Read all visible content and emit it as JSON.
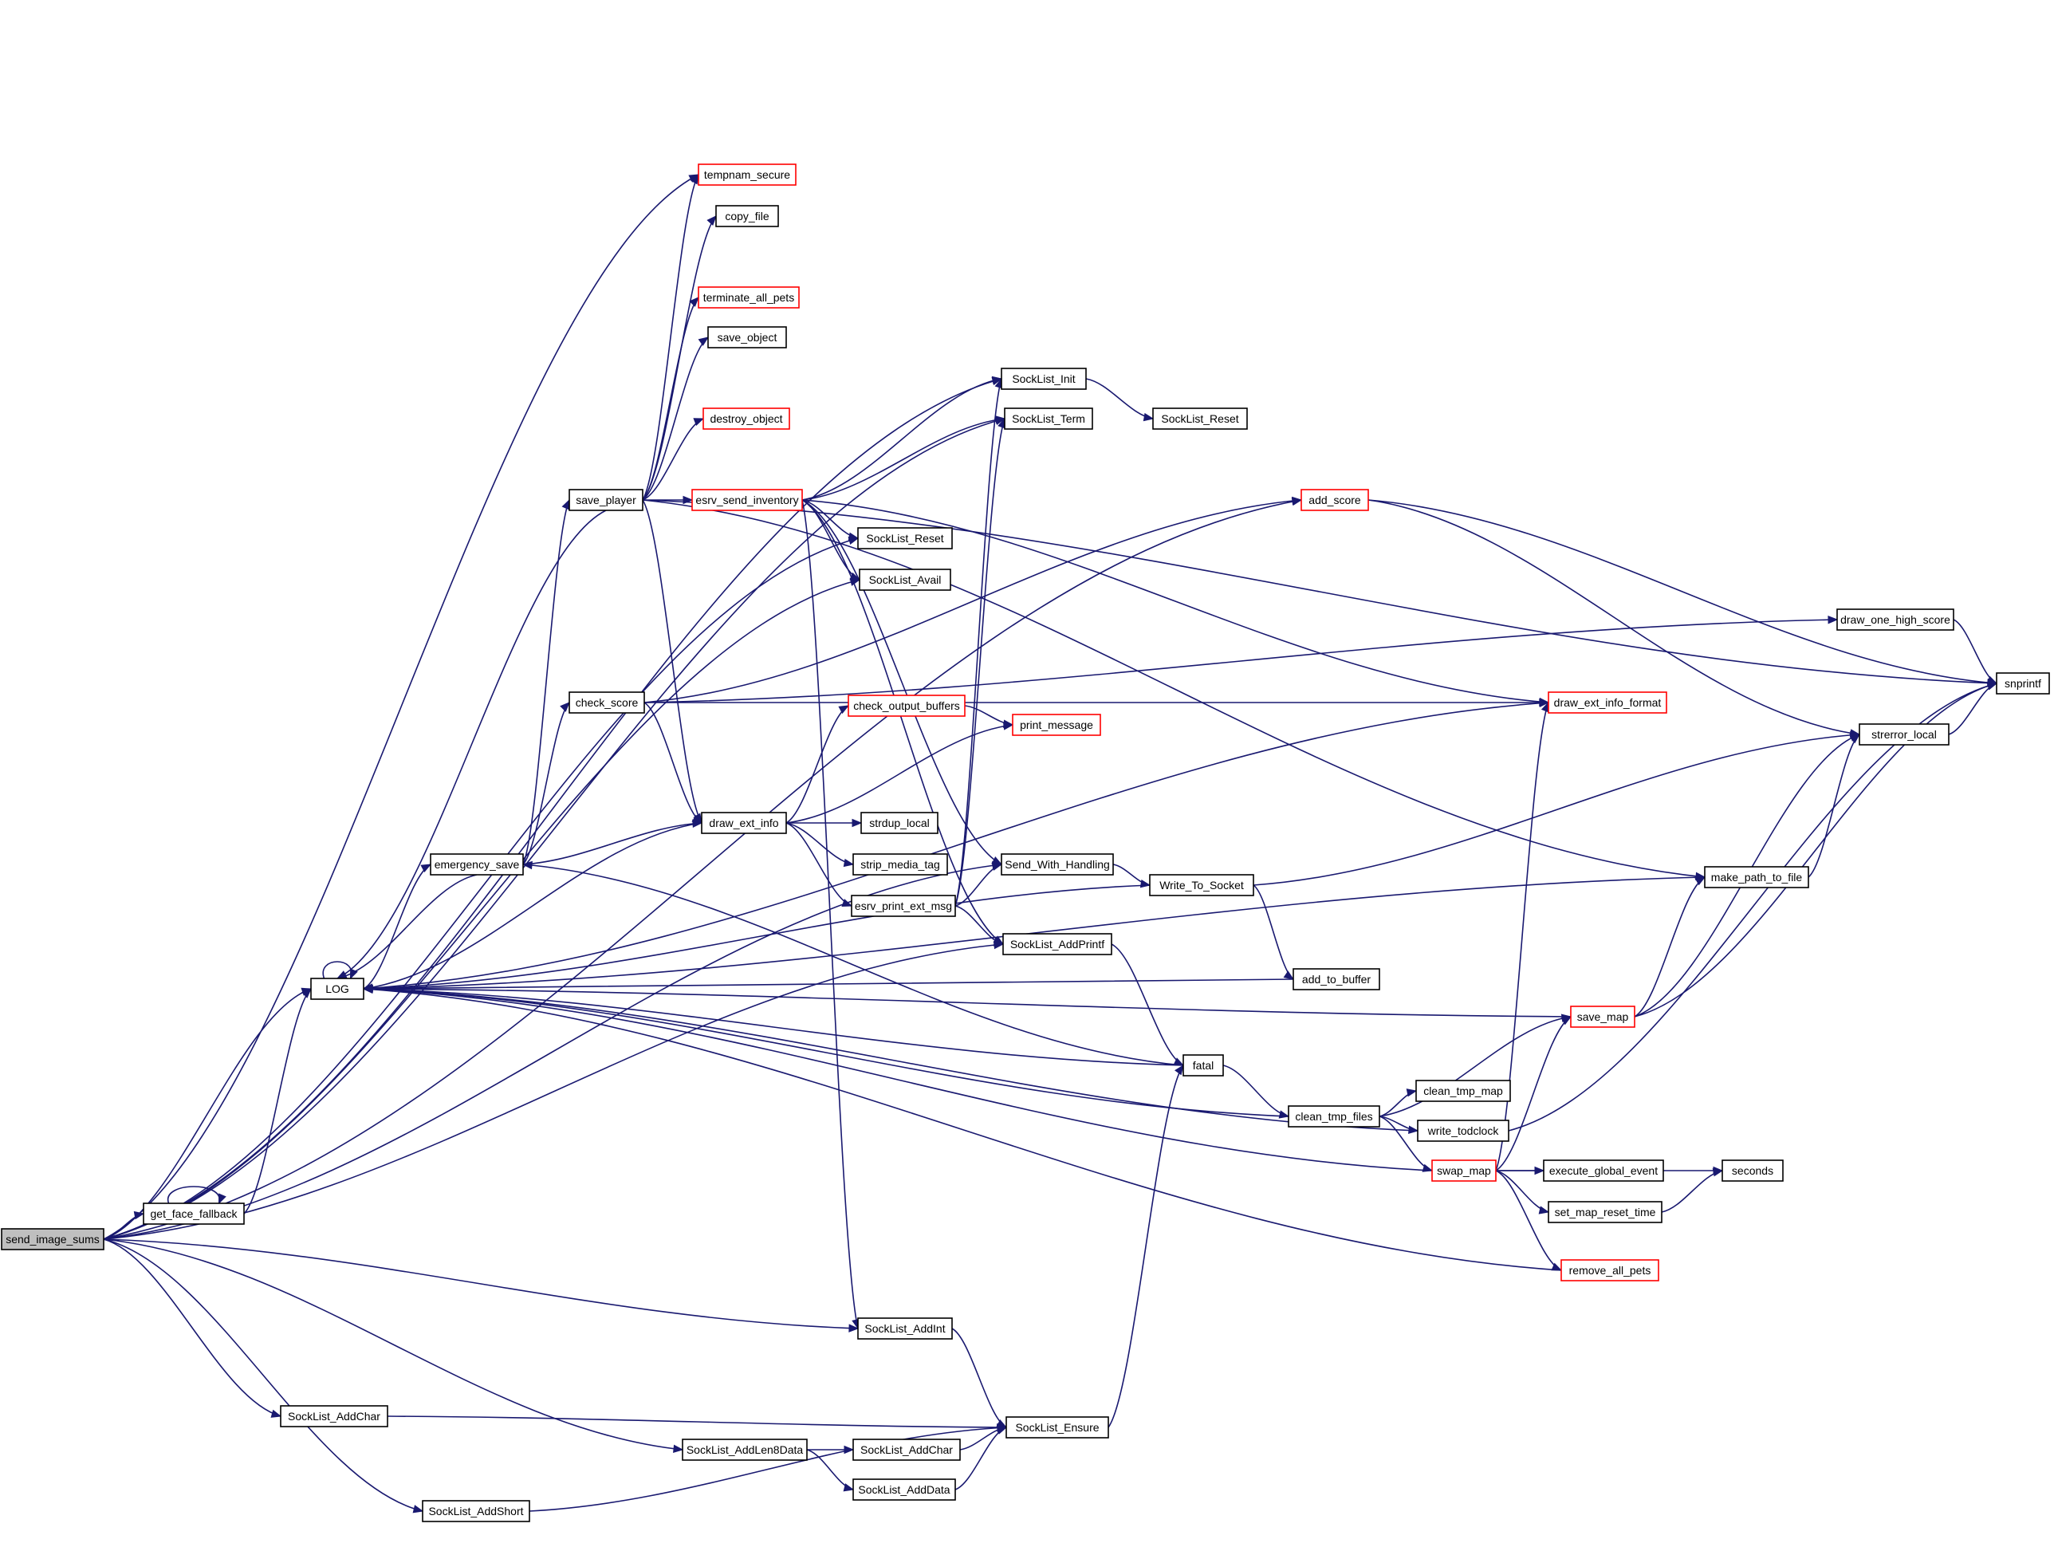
{
  "graph": {
    "edge_color": "#191970",
    "highlight_border": "#ff0000",
    "root_fill": "#bfbfbf",
    "nodes": [
      {
        "id": "send_image_sums",
        "label": "send_image_sums",
        "root": true
      },
      {
        "id": "LOG",
        "label": "LOG"
      },
      {
        "id": "get_face_fallback",
        "label": "get_face_fallback"
      },
      {
        "id": "emergency_save",
        "label": "emergency_save"
      },
      {
        "id": "save_player",
        "label": "save_player"
      },
      {
        "id": "check_score",
        "label": "check_score"
      },
      {
        "id": "tempnam_secure",
        "label": "tempnam_secure",
        "red": true
      },
      {
        "id": "copy_file",
        "label": "copy_file"
      },
      {
        "id": "terminate_all_pets",
        "label": "terminate_all_pets",
        "red": true
      },
      {
        "id": "save_object",
        "label": "save_object"
      },
      {
        "id": "destroy_object",
        "label": "destroy_object",
        "red": true
      },
      {
        "id": "esrv_send_inventory",
        "label": "esrv_send_inventory",
        "red": true
      },
      {
        "id": "draw_ext_info",
        "label": "draw_ext_info"
      },
      {
        "id": "check_output_buffers",
        "label": "check_output_buffers",
        "red": true
      },
      {
        "id": "print_message",
        "label": "print_message",
        "red": true
      },
      {
        "id": "strdup_local",
        "label": "strdup_local"
      },
      {
        "id": "strip_media_tag",
        "label": "strip_media_tag"
      },
      {
        "id": "esrv_print_ext_msg",
        "label": "esrv_print_ext_msg"
      },
      {
        "id": "SockList_Init",
        "label": "SockList_Init"
      },
      {
        "id": "SockList_Term",
        "label": "SockList_Term"
      },
      {
        "id": "SockList_Reset_2",
        "label": "SockList_Reset"
      },
      {
        "id": "SockList_Reset_1",
        "label": "SockList_Reset"
      },
      {
        "id": "SockList_Avail",
        "label": "SockList_Avail"
      },
      {
        "id": "Send_With_Handling",
        "label": "Send_With_Handling"
      },
      {
        "id": "SockList_AddPrintf",
        "label": "SockList_AddPrintf"
      },
      {
        "id": "Write_To_Socket",
        "label": "Write_To_Socket"
      },
      {
        "id": "add_to_buffer",
        "label": "add_to_buffer"
      },
      {
        "id": "fatal",
        "label": "fatal"
      },
      {
        "id": "clean_tmp_files",
        "label": "clean_tmp_files"
      },
      {
        "id": "clean_tmp_map",
        "label": "clean_tmp_map"
      },
      {
        "id": "write_todclock",
        "label": "write_todclock"
      },
      {
        "id": "swap_map",
        "label": "swap_map",
        "red": true
      },
      {
        "id": "save_map",
        "label": "save_map",
        "red": true
      },
      {
        "id": "execute_global_event",
        "label": "execute_global_event"
      },
      {
        "id": "set_map_reset_time",
        "label": "set_map_reset_time"
      },
      {
        "id": "seconds",
        "label": "seconds"
      },
      {
        "id": "remove_all_pets",
        "label": "remove_all_pets",
        "red": true
      },
      {
        "id": "add_score",
        "label": "add_score",
        "red": true
      },
      {
        "id": "draw_ext_info_format",
        "label": "draw_ext_info_format",
        "red": true
      },
      {
        "id": "draw_one_high_score",
        "label": "draw_one_high_score"
      },
      {
        "id": "strerror_local",
        "label": "strerror_local"
      },
      {
        "id": "snprintf",
        "label": "snprintf"
      },
      {
        "id": "make_path_to_file",
        "label": "make_path_to_file"
      },
      {
        "id": "SockList_AddInt",
        "label": "SockList_AddInt"
      },
      {
        "id": "SockList_AddChar_1",
        "label": "SockList_AddChar"
      },
      {
        "id": "SockList_AddLen8Data",
        "label": "SockList_AddLen8Data"
      },
      {
        "id": "SockList_AddChar_2",
        "label": "SockList_AddChar"
      },
      {
        "id": "SockList_AddData",
        "label": "SockList_AddData"
      },
      {
        "id": "SockList_AddShort",
        "label": "SockList_AddShort"
      },
      {
        "id": "SockList_Ensure",
        "label": "SockList_Ensure"
      }
    ],
    "edges": [
      [
        "send_image_sums",
        "LOG"
      ],
      [
        "send_image_sums",
        "get_face_fallback"
      ],
      [
        "send_image_sums",
        "tempnam_secure"
      ],
      [
        "send_image_sums",
        "SockList_Init"
      ],
      [
        "send_image_sums",
        "SockList_Term"
      ],
      [
        "send_image_sums",
        "SockList_Reset_1"
      ],
      [
        "send_image_sums",
        "SockList_Avail"
      ],
      [
        "send_image_sums",
        "Send_With_Handling"
      ],
      [
        "send_image_sums",
        "SockList_AddPrintf"
      ],
      [
        "send_image_sums",
        "SockList_AddInt"
      ],
      [
        "send_image_sums",
        "SockList_AddChar_1"
      ],
      [
        "send_image_sums",
        "SockList_AddLen8Data"
      ],
      [
        "send_image_sums",
        "SockList_AddShort"
      ],
      [
        "send_image_sums",
        "add_score"
      ],
      [
        "get_face_fallback",
        "LOG"
      ],
      [
        "get_face_fallback",
        "get_face_fallback"
      ],
      [
        "LOG",
        "LOG"
      ],
      [
        "LOG",
        "emergency_save"
      ],
      [
        "LOG",
        "draw_ext_info_format"
      ],
      [
        "emergency_save",
        "LOG"
      ],
      [
        "emergency_save",
        "save_player"
      ],
      [
        "emergency_save",
        "check_score"
      ],
      [
        "emergency_save",
        "draw_ext_info"
      ],
      [
        "save_player",
        "LOG"
      ],
      [
        "save_player",
        "tempnam_secure"
      ],
      [
        "save_player",
        "copy_file"
      ],
      [
        "save_player",
        "terminate_all_pets"
      ],
      [
        "save_player",
        "save_object"
      ],
      [
        "save_player",
        "destroy_object"
      ],
      [
        "save_player",
        "esrv_send_inventory"
      ],
      [
        "save_player",
        "draw_ext_info"
      ],
      [
        "save_player",
        "make_path_to_file"
      ],
      [
        "save_player",
        "snprintf"
      ],
      [
        "check_score",
        "add_score"
      ],
      [
        "check_score",
        "draw_one_high_score"
      ],
      [
        "check_score",
        "draw_ext_info_format"
      ],
      [
        "check_score",
        "draw_ext_info"
      ],
      [
        "esrv_send_inventory",
        "SockList_Init"
      ],
      [
        "esrv_send_inventory",
        "SockList_Term"
      ],
      [
        "esrv_send_inventory",
        "SockList_Reset_1"
      ],
      [
        "esrv_send_inventory",
        "SockList_Avail"
      ],
      [
        "esrv_send_inventory",
        "Send_With_Handling"
      ],
      [
        "esrv_send_inventory",
        "SockList_AddPrintf"
      ],
      [
        "esrv_send_inventory",
        "SockList_AddInt"
      ],
      [
        "esrv_send_inventory",
        "draw_ext_info_format"
      ],
      [
        "draw_ext_info",
        "LOG"
      ],
      [
        "draw_ext_info",
        "check_output_buffers"
      ],
      [
        "draw_ext_info",
        "print_message"
      ],
      [
        "draw_ext_info",
        "strdup_local"
      ],
      [
        "draw_ext_info",
        "strip_media_tag"
      ],
      [
        "draw_ext_info",
        "esrv_print_ext_msg"
      ],
      [
        "check_output_buffers",
        "print_message"
      ],
      [
        "esrv_print_ext_msg",
        "SockList_Init"
      ],
      [
        "esrv_print_ext_msg",
        "SockList_Term"
      ],
      [
        "esrv_print_ext_msg",
        "Send_With_Handling"
      ],
      [
        "esrv_print_ext_msg",
        "SockList_AddPrintf"
      ],
      [
        "SockList_Init",
        "SockList_Reset_2"
      ],
      [
        "Send_With_Handling",
        "Write_To_Socket"
      ],
      [
        "Write_To_Socket",
        "LOG"
      ],
      [
        "Write_To_Socket",
        "add_to_buffer"
      ],
      [
        "Write_To_Socket",
        "strerror_local"
      ],
      [
        "add_to_buffer",
        "LOG"
      ],
      [
        "SockList_AddPrintf",
        "fatal"
      ],
      [
        "fatal",
        "LOG"
      ],
      [
        "fatal",
        "emergency_save"
      ],
      [
        "fatal",
        "clean_tmp_files"
      ],
      [
        "clean_tmp_files",
        "LOG"
      ],
      [
        "clean_tmp_files",
        "save_map"
      ],
      [
        "clean_tmp_files",
        "clean_tmp_map"
      ],
      [
        "clean_tmp_files",
        "write_todclock"
      ],
      [
        "clean_tmp_files",
        "swap_map"
      ],
      [
        "write_todclock",
        "LOG"
      ],
      [
        "write_todclock",
        "snprintf"
      ],
      [
        "swap_map",
        "LOG"
      ],
      [
        "swap_map",
        "save_map"
      ],
      [
        "swap_map",
        "draw_ext_info_format"
      ],
      [
        "swap_map",
        "execute_global_event"
      ],
      [
        "swap_map",
        "set_map_reset_time"
      ],
      [
        "swap_map",
        "seconds"
      ],
      [
        "swap_map",
        "remove_all_pets"
      ],
      [
        "set_map_reset_time",
        "seconds"
      ],
      [
        "remove_all_pets",
        "LOG"
      ],
      [
        "save_map",
        "LOG"
      ],
      [
        "save_map",
        "make_path_to_file"
      ],
      [
        "save_map",
        "strerror_local"
      ],
      [
        "save_map",
        "snprintf"
      ],
      [
        "add_score",
        "strerror_local"
      ],
      [
        "add_score",
        "snprintf"
      ],
      [
        "draw_one_high_score",
        "snprintf"
      ],
      [
        "strerror_local",
        "snprintf"
      ],
      [
        "make_path_to_file",
        "LOG"
      ],
      [
        "make_path_to_file",
        "strerror_local"
      ],
      [
        "SockList_AddInt",
        "SockList_Ensure"
      ],
      [
        "SockList_AddChar_1",
        "SockList_Ensure"
      ],
      [
        "SockList_AddLen8Data",
        "SockList_AddChar_2"
      ],
      [
        "SockList_AddLen8Data",
        "SockList_AddData"
      ],
      [
        "SockList_AddChar_2",
        "SockList_Ensure"
      ],
      [
        "SockList_AddData",
        "SockList_Ensure"
      ],
      [
        "SockList_AddShort",
        "SockList_Ensure"
      ],
      [
        "SockList_Ensure",
        "fatal"
      ]
    ]
  }
}
